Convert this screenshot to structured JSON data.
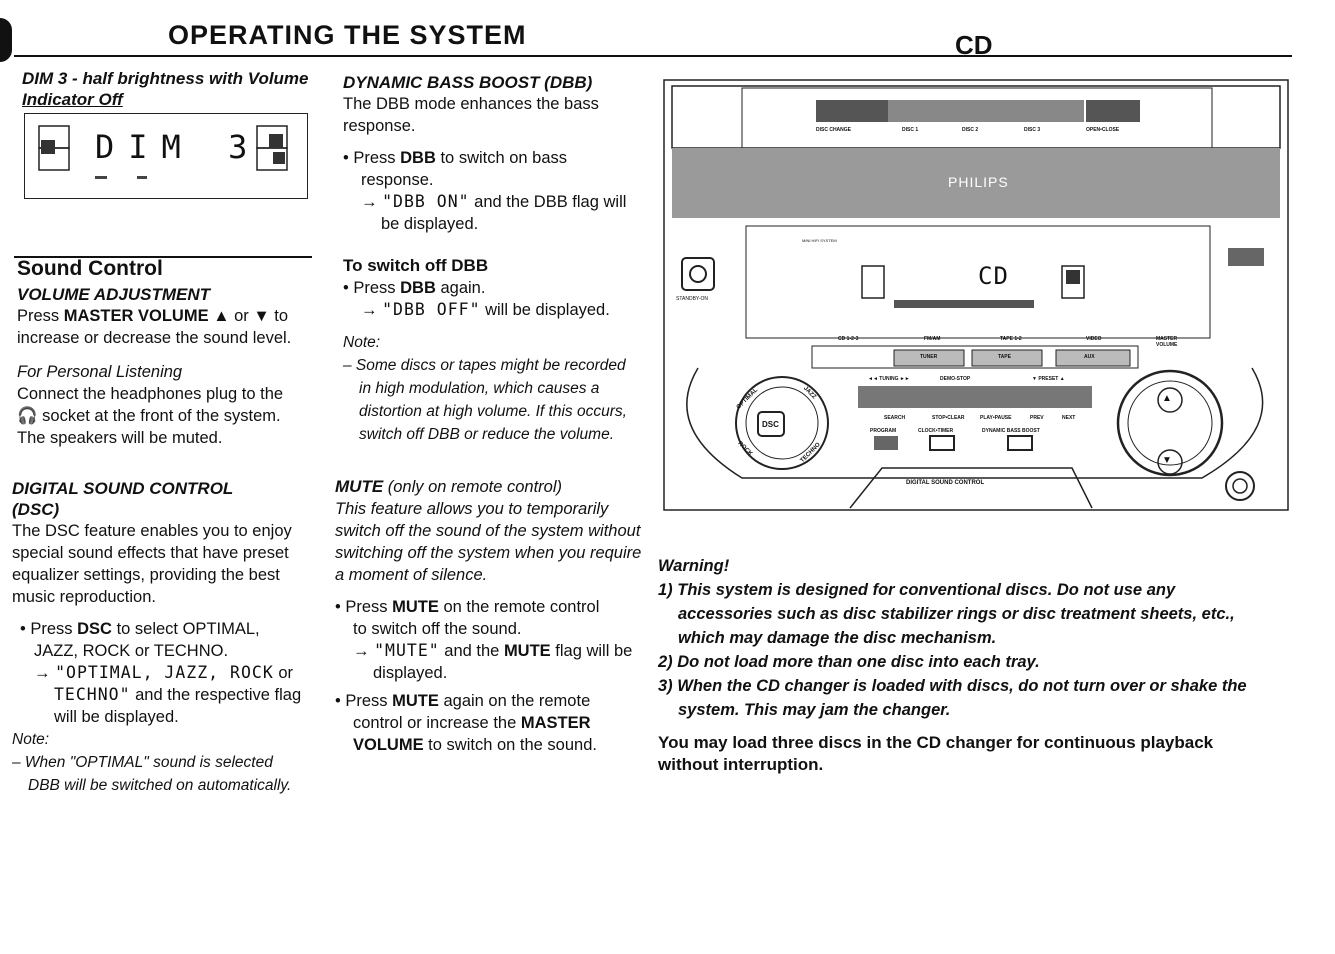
{
  "header": {
    "title": "OPERATING THE SYSTEM",
    "section": "CD"
  },
  "col1": {
    "dim_heading_1": "DIM 3 - half brightness with Volume",
    "dim_heading_2": "Indicator Off",
    "dim_display": "DIM 3",
    "sound_control_title": "Sound Control",
    "volume_heading": "VOLUME ADJUSTMENT",
    "volume_press": "Press ",
    "volume_key": "MASTER VOLUME",
    "volume_arrows": " ▲ or ▼ to",
    "volume_text_2": "increase or decrease the sound level.",
    "personal_heading": "For Personal Listening",
    "personal_1": "Connect the headphones plug to the",
    "personal_2": "socket at the front of the system.",
    "personal_3": "The speakers will be muted.",
    "dsc_heading_1": "DIGITAL SOUND CONTROL",
    "dsc_heading_2": "(DSC)",
    "dsc_1": "The DSC feature enables you to enjoy",
    "dsc_2": "special sound effects that have preset",
    "dsc_3": "equalizer settings, providing the best",
    "dsc_4": "music reproduction.",
    "dsc_b_press": "Press ",
    "dsc_b_key": "DSC",
    "dsc_b_1": " to select OPTIMAL,",
    "dsc_b_2": "JAZZ, ROCK or TECHNO.",
    "dsc_arrow": "→ ",
    "dsc_lcd_1": "\"OPTIMAL, JAZZ, ROCK",
    "dsc_b_or": " or",
    "dsc_lcd_2": "TECHNO\"",
    "dsc_b_3": " and the respective flag",
    "dsc_b_4": "will be displayed.",
    "note_label": "Note:",
    "note_1": "– When \"OPTIMAL\" sound is selected",
    "note_2": "DBB will be switched on automatically."
  },
  "col2": {
    "dbb_heading": "DYNAMIC BASS BOOST (DBB)",
    "dbb_1": "The DBB mode enhances the bass",
    "dbb_2": "response.",
    "dbb_b_press": "Press ",
    "dbb_b_key": "DBB",
    "dbb_b_1": " to switch on bass",
    "dbb_b_2": "response.",
    "arrow": "→ ",
    "dbb_lcd_on": "\"DBB ON\"",
    "dbb_b_3": " and the DBB flag will",
    "dbb_b_4": "be displayed.",
    "off_heading": "To switch off DBB",
    "off_b_press": "Press ",
    "off_b_key": "DBB",
    "off_b_1": " again.",
    "off_lcd": "\"DBB OFF\"",
    "off_b_2": " will be displayed.",
    "note_label": "Note:",
    "note_1": "– Some discs or tapes might be recorded",
    "note_2": "in high modulation, which causes a",
    "note_3": "distortion at high volume. If this occurs,",
    "note_4": "switch off DBB or reduce the volume.",
    "mute_heading": "MUTE",
    "mute_heading_sub": " (only on remote control)",
    "mute_1": "This feature allows you to temporarily",
    "mute_2": "switch off the sound of the system without",
    "mute_3": "switching off the system when you require",
    "mute_4": "a moment of silence.",
    "mute_b1_press": "Press ",
    "mute_b1_key": "MUTE",
    "mute_b1_1": " on the remote control",
    "mute_b1_2": "to switch off the sound.",
    "mute_lcd": "\"MUTE\"",
    "mute_b1_3": " and the ",
    "mute_b1_key2": "MUTE",
    "mute_b1_4": " flag will be",
    "mute_b1_5": "displayed.",
    "mute_b2_press": "Press ",
    "mute_b2_key": "MUTE",
    "mute_b2_1": " again on the remote",
    "mute_b2_2": "control or increase the ",
    "mute_b2_key2": "MASTER",
    "mute_b2_key3": "VOLUME",
    "mute_b2_3": " to switch on the sound."
  },
  "device": {
    "disc_change": "DISC CHANGE",
    "disc1": "DISC 1",
    "disc2": "DISC 2",
    "disc3": "DISC 3",
    "open_close": "OPEN•CLOSE",
    "brand": "PHILIPS",
    "mini_hifi": "MINI HIFI SYSTEM",
    "display": "CD",
    "standby": "STANDBY-ON",
    "cd": "CD 1•2•3",
    "fmam": "FM/AM",
    "tape": "TAPE 1•2",
    "video": "VIDEO",
    "master_vol": "MASTER VOLUME",
    "tuner": "TUNER",
    "tape_btn": "TAPE",
    "aux": "AUX",
    "tuning_l": "◄◄  TUNING  ►►",
    "demo": "DEMO-STOP",
    "preset": "▼  PRESET  ▲",
    "search": "SEARCH",
    "stop_clear": "STOP•CLEAR",
    "play_pause": "PLAY•PAUSE",
    "prev": "PREV",
    "next": "NEXT",
    "program": "PROGRAM",
    "clock_timer": "CLOCK•TIMER",
    "dbb": "DYNAMIC BASS BOOST",
    "dsc": "DSC",
    "optimal": "OPTIMAL",
    "jazz": "JAZZ",
    "rock": "ROCK",
    "techno": "TECHNO",
    "digital_sound_control": "DIGITAL SOUND CONTROL"
  },
  "warning": {
    "label": "Warning!",
    "w1a": "1) This system is designed for conventional discs. Do not use any",
    "w1b": "accessories such as disc stabilizer rings or disc treatment sheets, etc.,",
    "w1c": "which may damage the disc mechanism.",
    "w2": "2) Do not load more than one disc into each tray.",
    "w3a": "3) When the CD changer is loaded with discs, do not turn over or shake the",
    "w3b": "system. This may jam the changer.",
    "load_1": "You may load three discs in the CD changer for continuous playback",
    "load_2": "without interruption."
  }
}
